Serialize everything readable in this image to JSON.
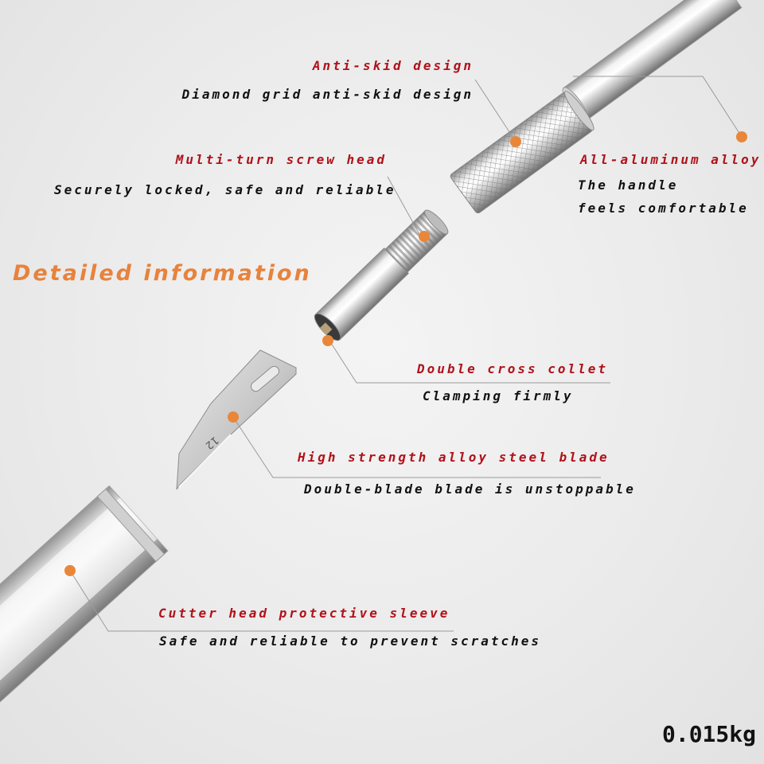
{
  "heading": "Detailed information",
  "weight": "0.015kg",
  "blade_number": "12",
  "colors": {
    "title_red": "#b0121b",
    "description_black": "#111111",
    "heading_orange": "#e8823c",
    "marker_orange": "#e8873a"
  },
  "features": [
    {
      "id": "anti-skid",
      "title": "Anti-skid design",
      "desc": [
        "Diamond grid anti-skid design"
      ]
    },
    {
      "id": "aluminum",
      "title": "All-aluminum alloy",
      "desc": [
        "The handle",
        "feels comfortable"
      ]
    },
    {
      "id": "screw-head",
      "title": "Multi-turn screw head",
      "desc": [
        "Securely locked, safe and reliable"
      ]
    },
    {
      "id": "collet",
      "title": "Double cross collet",
      "desc": [
        "Clamping firmly"
      ]
    },
    {
      "id": "blade",
      "title": "High strength alloy steel blade",
      "desc": [
        "Double-blade blade is unstoppable"
      ]
    },
    {
      "id": "sleeve",
      "title": "Cutter head protective sleeve",
      "desc": [
        "Safe and reliable to prevent scratches"
      ]
    }
  ]
}
